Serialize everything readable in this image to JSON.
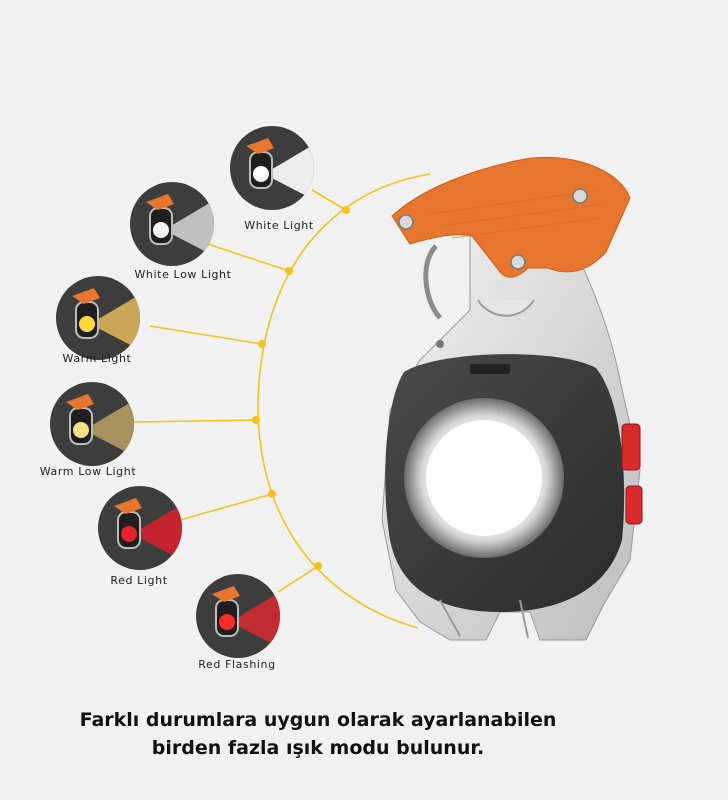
{
  "modes": [
    {
      "label": "White Light",
      "beam": "#ffffff",
      "lens": "#ffffff"
    },
    {
      "label": "White Low Light",
      "beam": "#cfcfcf",
      "lens": "#f3f3f3"
    },
    {
      "label": "Warm Light",
      "beam": "#d9b25a",
      "lens": "#ffd93a"
    },
    {
      "label": "Warm Low Light",
      "beam": "#b39a62",
      "lens": "#f4e08a"
    },
    {
      "label": "Red Light",
      "beam": "#d3212c",
      "lens": "#e8222a"
    },
    {
      "label": "Red Flashing",
      "beam": "#cf2a2f",
      "lens": "#ff2b2b"
    }
  ],
  "colors": {
    "background": "#f1f1f1",
    "connector": "#f3c21b",
    "accent_orange": "#e9762e",
    "body_silver": "#d8d8d8",
    "lens_housing": "#3a3a3a",
    "button_red": "#d92b2b"
  },
  "caption": {
    "line1": "Farklı durumlara uygun olarak ayarlanabilen",
    "line2": "birden fazla ışık modu bulunur."
  }
}
